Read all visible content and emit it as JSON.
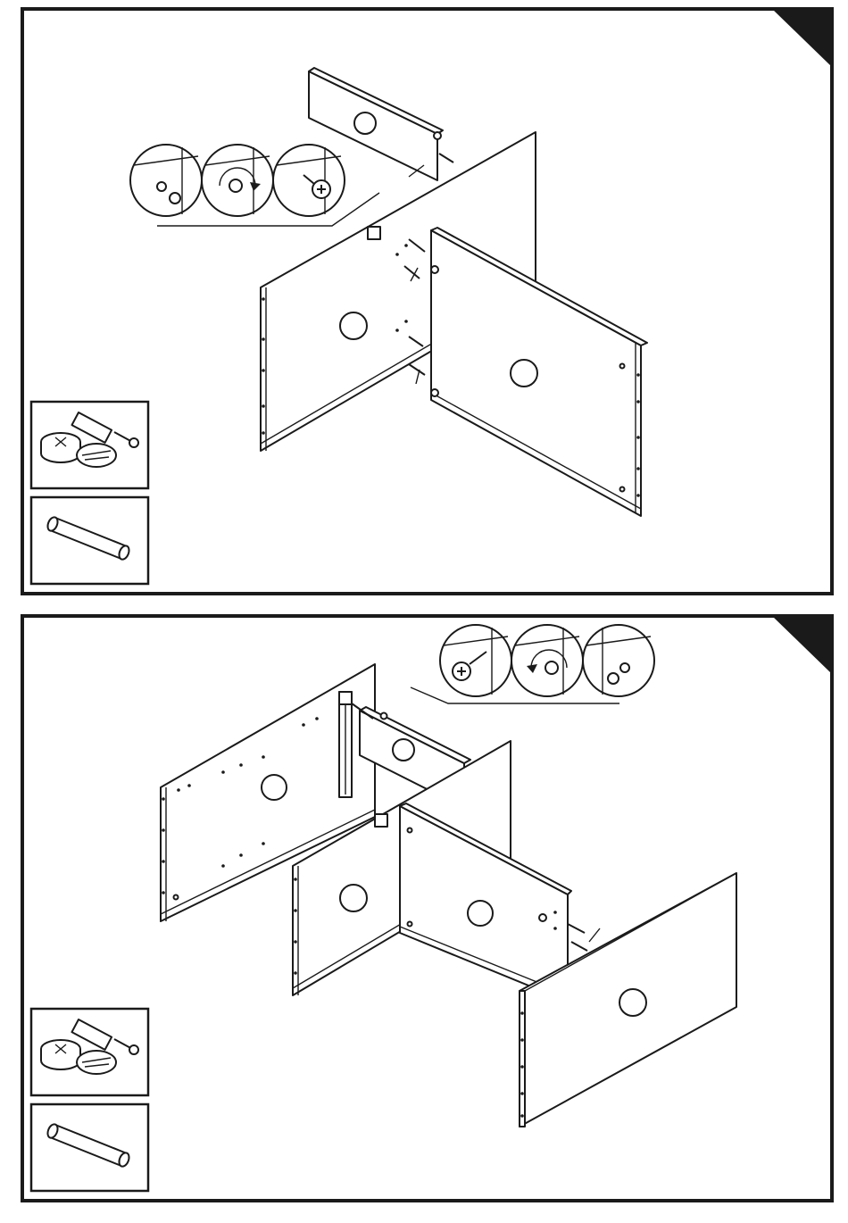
{
  "document": {
    "type": "assembly-instructions",
    "steps": [
      {
        "parts": [
          "cam-lock-fitting-icon",
          "wooden-dowel-icon"
        ],
        "detail_sequence": [
          "cam-insert",
          "cam-rotate",
          "bolt-insert"
        ],
        "numbered_labels_shown": false
      },
      {
        "parts": [
          "cam-lock-fitting-icon",
          "wooden-dowel-icon"
        ],
        "detail_sequence": [
          "bolt-insert",
          "cam-rotate",
          "cam-insert"
        ],
        "numbered_labels_shown": false
      }
    ]
  },
  "colors": {
    "ink": "#1a1a1a",
    "paper": "#ffffff",
    "corner_tab": "#1a1a1a"
  }
}
